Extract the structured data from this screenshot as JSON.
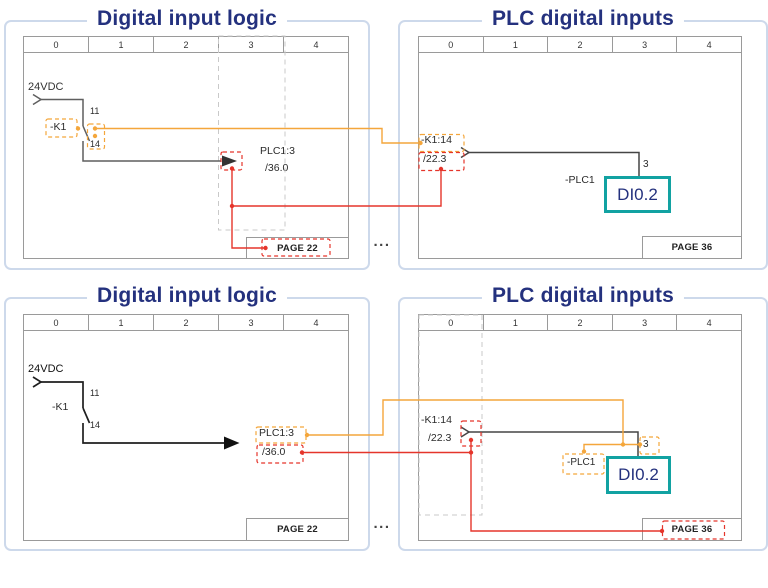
{
  "colors": {
    "accent_navy": "#24317E",
    "wire_orange": "#F4A63B",
    "wire_red": "#E5352B",
    "tag_teal": "#12A2A2",
    "frame_gray": "#9A9A9A",
    "container_blue": "#CDD9EB"
  },
  "separators": {
    "top": "...",
    "bottom": "..."
  },
  "top_left": {
    "title": "Digital input logic",
    "columns": [
      "0",
      "1",
      "2",
      "3",
      "4"
    ],
    "supply": "24VDC",
    "contact_terminal_top": "11",
    "contact_name": "-K1",
    "contact_terminal_bottom": "14",
    "target_device": "PLC1:3",
    "target_page": "/36.0",
    "page": "PAGE 22"
  },
  "top_right": {
    "title": "PLC digital inputs",
    "columns": [
      "0",
      "1",
      "2",
      "3",
      "4"
    ],
    "source_contact": "-K1:14",
    "source_page": "/22.3",
    "terminal": "3",
    "plc_name": "-PLC1",
    "input_tag": "DI0.2",
    "page": "PAGE 36"
  },
  "bottom_left": {
    "title": "Digital input logic",
    "columns": [
      "0",
      "1",
      "2",
      "3",
      "4"
    ],
    "supply": "24VDC",
    "contact_terminal_top": "11",
    "contact_name": "-K1",
    "contact_terminal_bottom": "14",
    "target_device": "PLC1:3",
    "target_page": "/36.0",
    "page": "PAGE 22"
  },
  "bottom_right": {
    "title": "PLC digital inputs",
    "columns": [
      "0",
      "1",
      "2",
      "3",
      "4"
    ],
    "source_contact": "-K1:14",
    "source_page": "/22.3",
    "terminal": "3",
    "plc_name": "-PLC1",
    "input_tag": "DI0.2",
    "page": "PAGE 36"
  }
}
